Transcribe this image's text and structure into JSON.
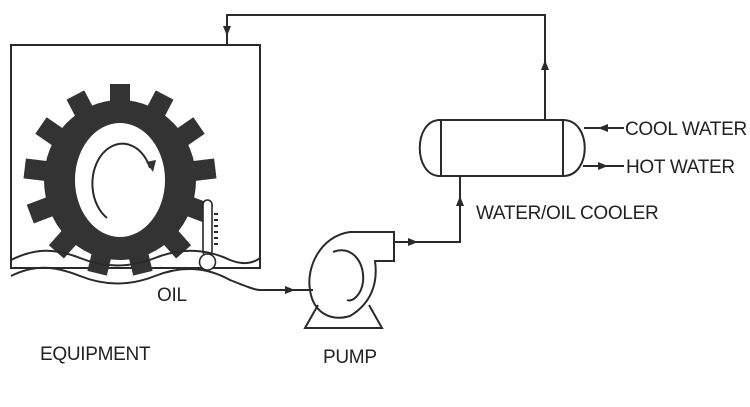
{
  "diagram": {
    "type": "process-flow",
    "labels": {
      "equipment": "EQUIPMENT",
      "oil": "OIL",
      "pump": "PUMP",
      "cooler": "WATER/OIL COOLER",
      "cool_water": "COOL WATER",
      "hot_water": "HOT WATER"
    },
    "colors": {
      "line": "#2a2a2a",
      "gear": "#333333",
      "background": "#ffffff"
    },
    "flow": [
      {
        "from": "equipment",
        "to": "pump",
        "medium": "oil"
      },
      {
        "from": "pump",
        "to": "cooler",
        "medium": "oil"
      },
      {
        "from": "cooler",
        "to": "equipment",
        "medium": "oil"
      },
      {
        "from": "cool_water",
        "to": "cooler",
        "medium": "water"
      },
      {
        "from": "cooler",
        "to": "hot_water",
        "medium": "water"
      }
    ]
  }
}
